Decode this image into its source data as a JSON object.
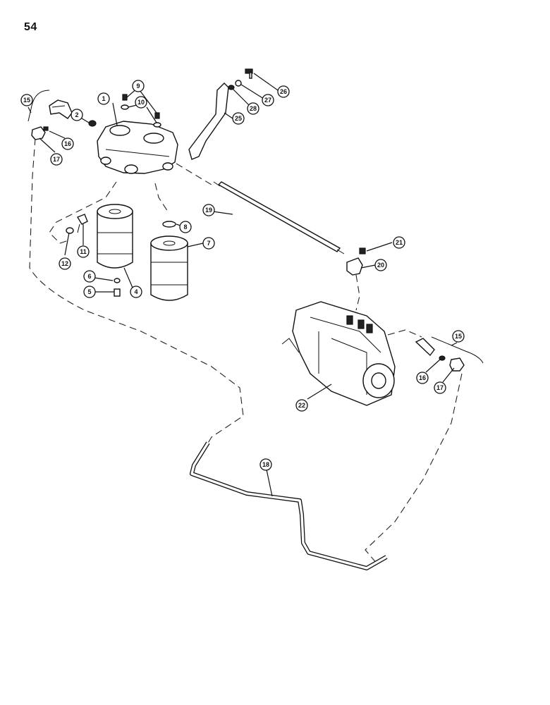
{
  "page": {
    "number": "54"
  },
  "callouts": [
    {
      "id": "c1",
      "label": "1"
    },
    {
      "id": "c2",
      "label": "2"
    },
    {
      "id": "c4",
      "label": "4"
    },
    {
      "id": "c5",
      "label": "5"
    },
    {
      "id": "c6",
      "label": "6"
    },
    {
      "id": "c7",
      "label": "7"
    },
    {
      "id": "c8",
      "label": "8"
    },
    {
      "id": "c9",
      "label": "9"
    },
    {
      "id": "c10",
      "label": "10"
    },
    {
      "id": "c11",
      "label": "11"
    },
    {
      "id": "c12",
      "label": "12"
    },
    {
      "id": "c15a",
      "label": "15"
    },
    {
      "id": "c15b",
      "label": "15"
    },
    {
      "id": "c16a",
      "label": "16"
    },
    {
      "id": "c16b",
      "label": "16"
    },
    {
      "id": "c17a",
      "label": "17"
    },
    {
      "id": "c17b",
      "label": "17"
    },
    {
      "id": "c18",
      "label": "18"
    },
    {
      "id": "c19",
      "label": "19"
    },
    {
      "id": "c20",
      "label": "20"
    },
    {
      "id": "c21",
      "label": "21"
    },
    {
      "id": "c22",
      "label": "22"
    },
    {
      "id": "c25",
      "label": "25"
    },
    {
      "id": "c26",
      "label": "26"
    },
    {
      "id": "c27",
      "label": "27"
    },
    {
      "id": "c28",
      "label": "28"
    }
  ]
}
